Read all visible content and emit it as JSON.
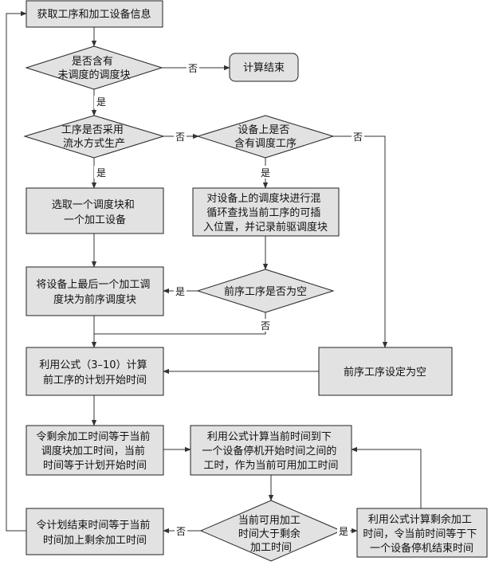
{
  "nodes": {
    "get_info": [
      "获取工序和加工设备信息"
    ],
    "has_blocks": [
      "是否含有",
      "未调度的调度块"
    ],
    "end": [
      "计算结束"
    ],
    "pipeline": [
      "工序是否采用",
      "流水方式生产"
    ],
    "device_has_blocks": [
      "设备上是否",
      "含有调度工序"
    ],
    "select": [
      "选取一个调度块和",
      "一个加工设备"
    ],
    "search": [
      "对设备上的调度块进行混",
      "循环查找当前工序的可插",
      "入位置，并记录前驱调度块"
    ],
    "set_last": [
      "将设备上最后一个加工调",
      "度块为前序调度块"
    ],
    "prev_empty_q": [
      "前序工序是否为空"
    ],
    "calc_start": [
      "利用公式（3–10）计算",
      "前工序的计划开始时间"
    ],
    "set_prev_empty": [
      "前序工序设定为空"
    ],
    "remaining": [
      "令剩余加工时间等于当前",
      "调度块加工时间，当前",
      "时间等于计划开始时间"
    ],
    "available": [
      "利用公式计算当前时间到下",
      "一个设备停机开始时间之间的",
      "工时，作为当前可用加工时间"
    ],
    "compare": [
      "当前可用加工",
      "时间大于剩余",
      "加工时间"
    ],
    "finish": [
      "令计划结束时间等于当前",
      "时间加上剩余加工时间"
    ],
    "update": [
      "利用公式计算剩余加工",
      "时间，令当前时间等于下",
      "一个设备停机结束时间"
    ]
  },
  "edge_labels": {
    "yes": "是",
    "no": "否"
  }
}
